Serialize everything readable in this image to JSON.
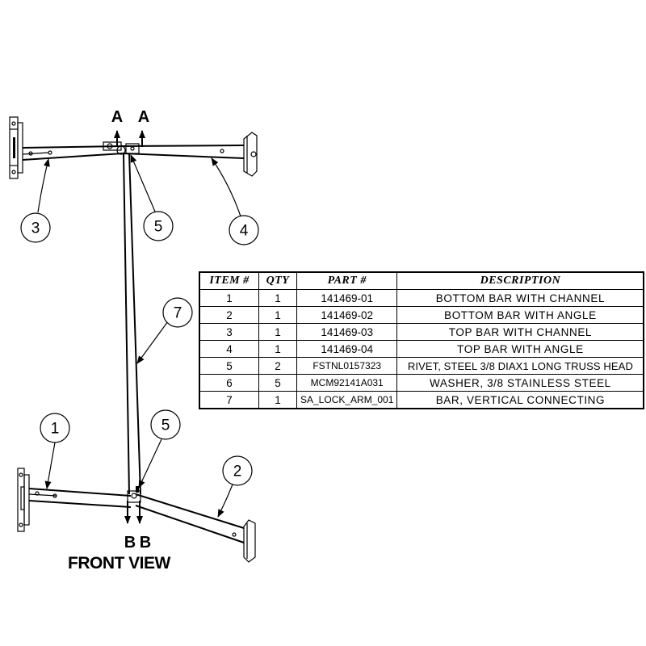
{
  "view_title": "FRONT VIEW",
  "section_markers": {
    "top": [
      "A",
      "A"
    ],
    "bottom": [
      "B",
      "B"
    ]
  },
  "balloons": [
    "3",
    "5",
    "4",
    "7",
    "1",
    "5",
    "2"
  ],
  "bom": {
    "headers": [
      "ITEM #",
      "QTY",
      "PART #",
      "DESCRIPTION"
    ],
    "rows": [
      {
        "item": "1",
        "qty": "1",
        "part": "141469-01",
        "description": "BOTTOM BAR WITH CHANNEL"
      },
      {
        "item": "2",
        "qty": "1",
        "part": "141469-02",
        "description": "BOTTOM BAR WITH ANGLE"
      },
      {
        "item": "3",
        "qty": "1",
        "part": "141469-03",
        "description": "TOP BAR WITH CHANNEL"
      },
      {
        "item": "4",
        "qty": "1",
        "part": "141469-04",
        "description": "TOP BAR WITH ANGLE"
      },
      {
        "item": "5",
        "qty": "2",
        "part": "FSTNL0157323",
        "description": "RIVET, STEEL 3/8 DIAX1 LONG TRUSS HEAD"
      },
      {
        "item": "6",
        "qty": "5",
        "part": "MCM92141A031",
        "description": "WASHER, 3/8 STAINLESS STEEL"
      },
      {
        "item": "7",
        "qty": "1",
        "part": "SA_LOCK_ARM_001",
        "description": "BAR, VERTICAL CONNECTING"
      }
    ]
  }
}
